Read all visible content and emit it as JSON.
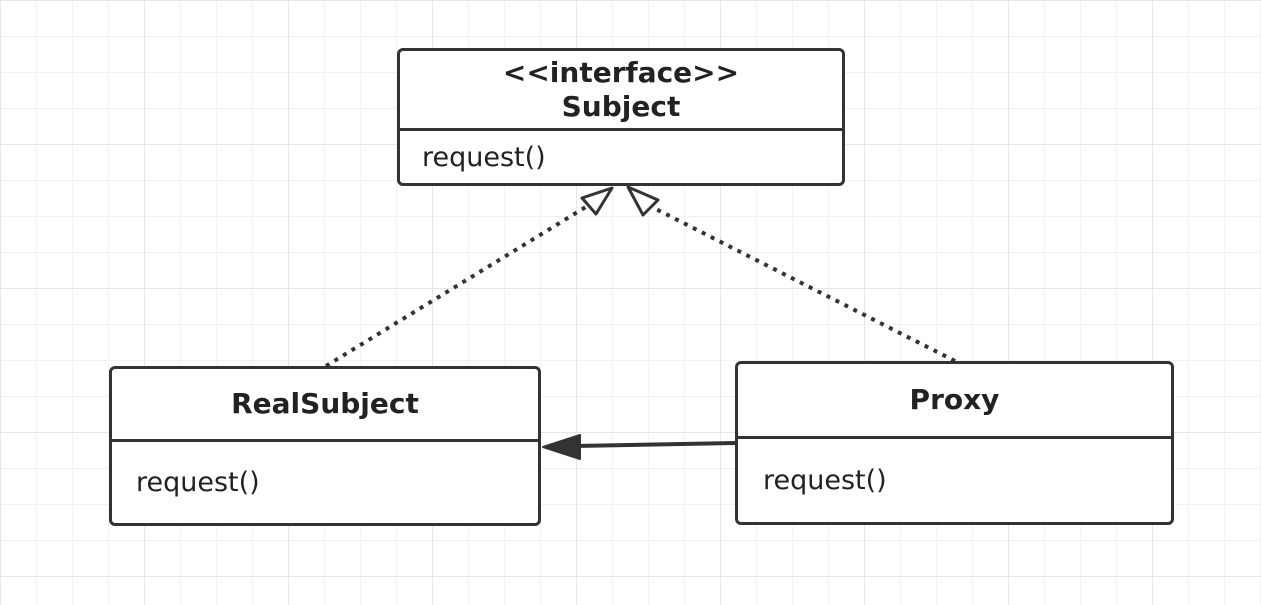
{
  "diagram": {
    "classes": {
      "subject": {
        "stereotype": "<<interface>>",
        "name": "Subject",
        "method": "request()"
      },
      "real_subject": {
        "name": "RealSubject",
        "method": "request()"
      },
      "proxy": {
        "name": "Proxy",
        "method": "request()"
      }
    },
    "relations": [
      {
        "from": "RealSubject",
        "to": "Subject",
        "type": "realization"
      },
      {
        "from": "Proxy",
        "to": "Subject",
        "type": "realization"
      },
      {
        "from": "Proxy",
        "to": "RealSubject",
        "type": "association"
      }
    ],
    "colors": {
      "stroke": "#333333",
      "grid": "#e6e6e6",
      "background": "#ffffff"
    }
  }
}
